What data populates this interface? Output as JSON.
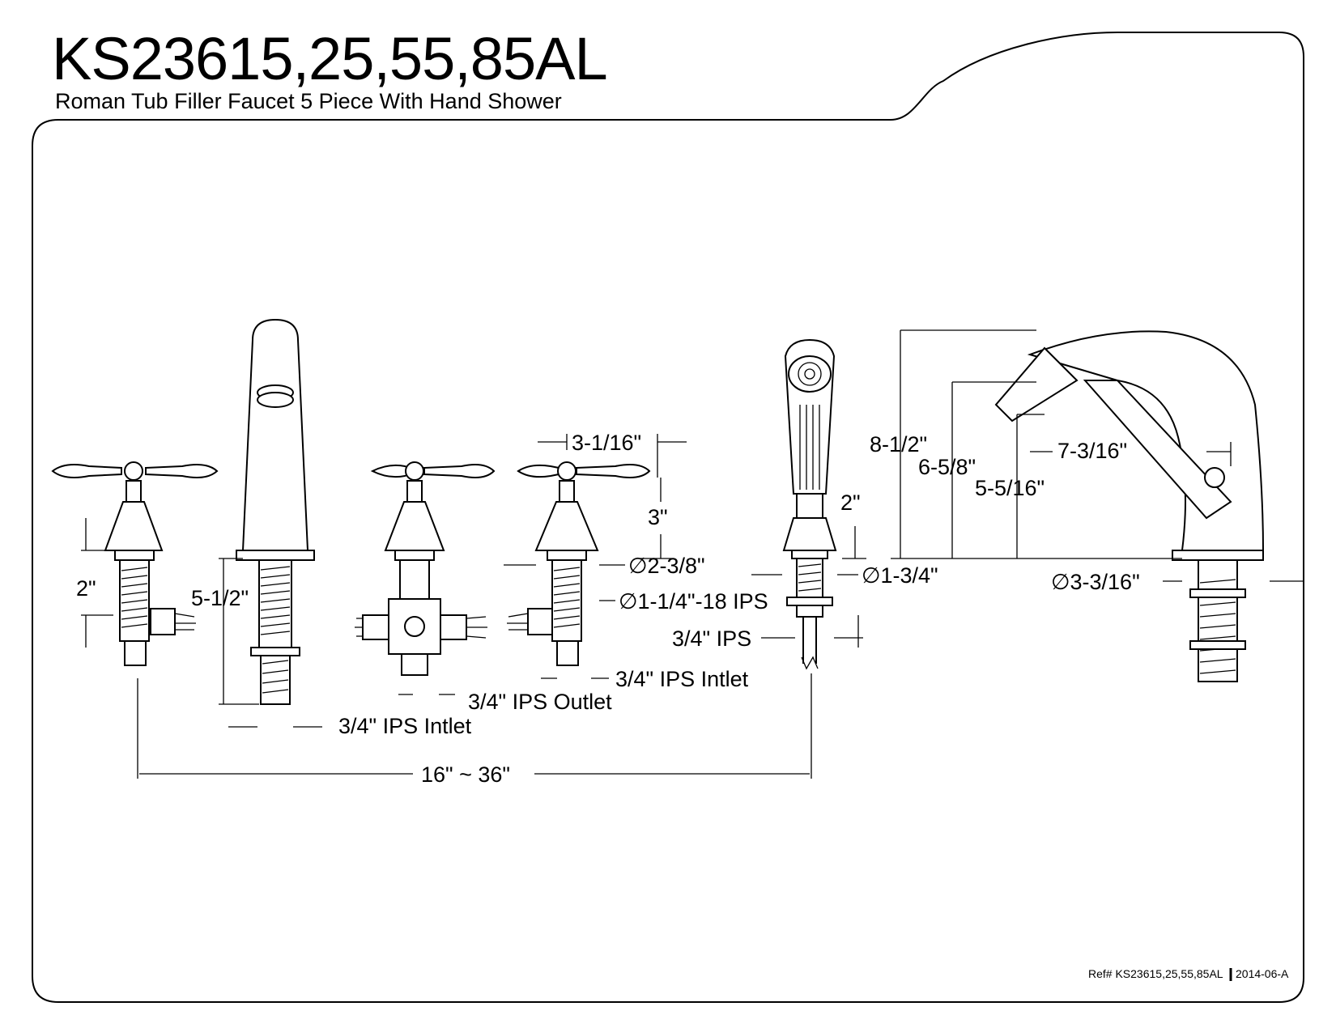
{
  "header": {
    "model": "KS23615,25,55,85AL",
    "description": "Roman Tub Filler Faucet 5 Piece With Hand Shower"
  },
  "dimensions": {
    "handle_height": "2\"",
    "spout_height": "5-1/2\"",
    "handle_spread_top": "3-1/16\"",
    "handle_tall": "3\"",
    "flange_dia": "∅2-3/8\"",
    "shank_thread": "∅1-1/4\"-18 IPS",
    "inlet_valve": "3/4\" IPS Intlet",
    "outlet": "3/4\" IPS Outlet",
    "inlet_spout": "3/4\" IPS Intlet",
    "spread": "16\" ~ 36\"",
    "shower_flange": "∅1-3/4\"",
    "shower_height": "2\"",
    "shower_ips": "3/4\" IPS",
    "cradle_total": "8-1/2\"",
    "cradle_mid": "6-5/8\"",
    "cradle_low": "5-5/16\"",
    "cradle_reach": "7-3/16\"",
    "cradle_base": "∅3-3/16\""
  },
  "footer": {
    "ref": "Ref# KS23615,25,55,85AL",
    "revision": "2014-06-A"
  }
}
